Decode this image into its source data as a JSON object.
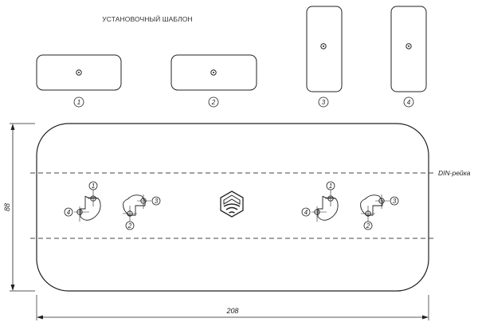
{
  "template_title": "УСТАНОВОЧНЫЙ ШАБЛОН",
  "templates": [
    {
      "number": "1",
      "orientation": "horizontal"
    },
    {
      "number": "2",
      "orientation": "horizontal"
    },
    {
      "number": "3",
      "orientation": "vertical"
    },
    {
      "number": "4",
      "orientation": "vertical"
    }
  ],
  "dimensions": {
    "width": "208",
    "height": "88"
  },
  "din_rail_label": "DIN-рейка",
  "hole_groups": [
    {
      "side": "left-1",
      "labels": [
        "1",
        "4"
      ]
    },
    {
      "side": "left-2",
      "labels": [
        "3",
        "2"
      ]
    },
    {
      "side": "right-1",
      "labels": [
        "1",
        "4"
      ]
    },
    {
      "side": "right-2",
      "labels": [
        "3",
        "2"
      ]
    }
  ],
  "colors": {
    "line": "#222222",
    "dash": "#444444"
  },
  "icons": {
    "center": "shield-wifi-logo-icon",
    "hole": "crosshair-hole-icon"
  }
}
